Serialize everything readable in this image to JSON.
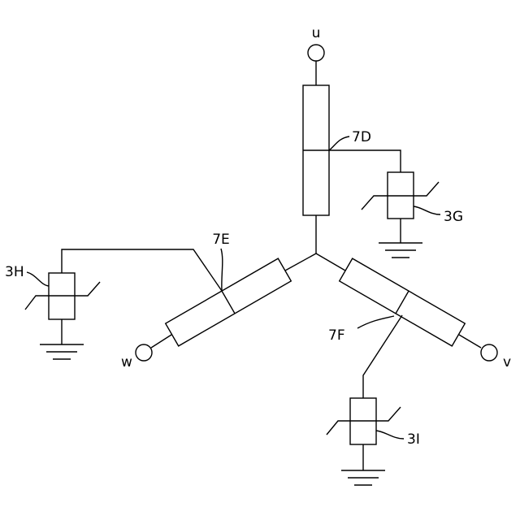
{
  "diagram": {
    "terminals": {
      "u": "u",
      "v": "v",
      "w": "w"
    },
    "windings": {
      "d": "7D",
      "e": "7E",
      "f": "7F"
    },
    "arresters": {
      "g": "3G",
      "h": "3H",
      "i": "3I"
    }
  }
}
